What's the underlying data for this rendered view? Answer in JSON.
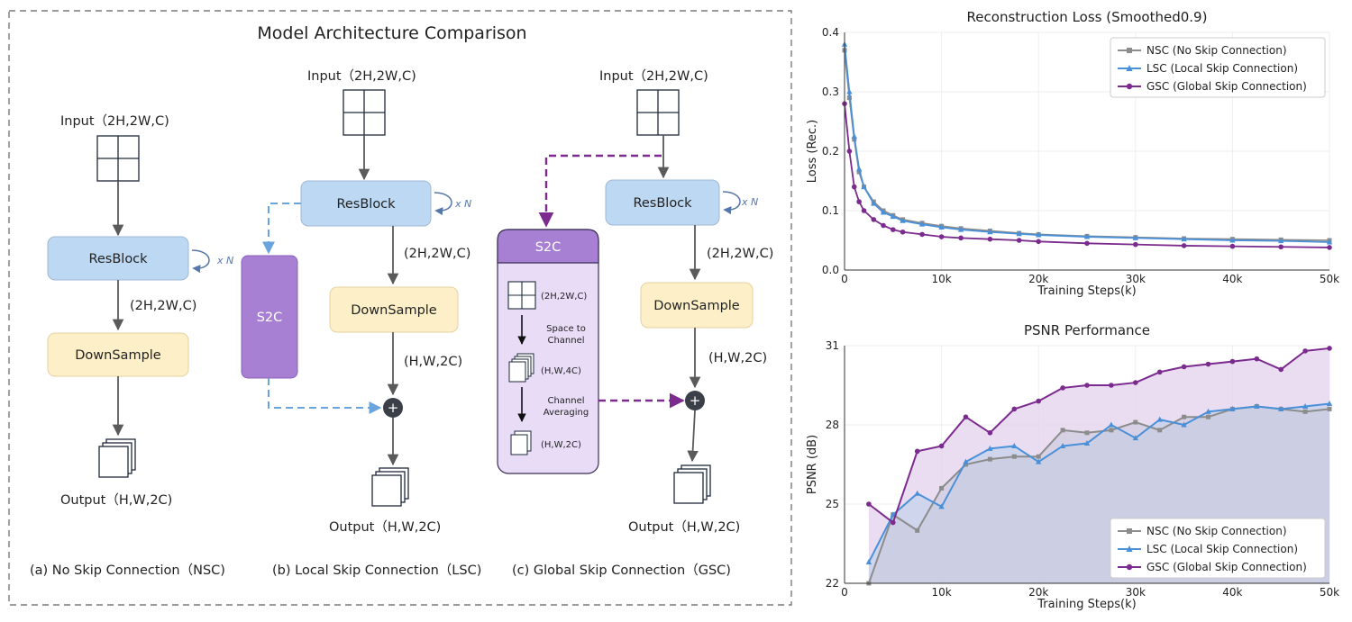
{
  "colors": {
    "resblock": "#bcd8f3",
    "downsample": "#fdf0c8",
    "s2c": "#a77fd3",
    "s2c_panel": "#e9dcf7",
    "nsc": "#8c8c8c",
    "lsc": "#4a90d9",
    "gsc": "#7b2a8e",
    "arrow": "#5a5a5a",
    "node": "#3a3f48"
  },
  "diagram": {
    "title": "Model Architecture Comparison",
    "resblock_label": "ResBlock",
    "downsample_label": "DownSample",
    "s2c_label": "S2C",
    "repeat_label": "x N",
    "input_label": "Input（2H,2W,C)",
    "mid_shape": "(2H,2W,C)",
    "down_shape": "(H,W,2C)",
    "output_label": "Output（H,W,2C)",
    "plus_symbol": "+",
    "captions": {
      "a": "(a)  No Skip Connection（NSC)",
      "b": "(b)  Local Skip Connection（LSC)",
      "c": "(c)  Global Skip Connection（GSC)"
    },
    "s2c_detail": {
      "shape1": "(2H,2W,C)",
      "step1_line1": "Space to",
      "step1_line2": "Channel",
      "shape2": "(H,W,4C)",
      "step2_line1": "Channel",
      "step2_line2": "Averaging",
      "shape3": "(H,W,2C)"
    }
  },
  "chart_data": [
    {
      "type": "line",
      "title": "Reconstruction Loss (Smoothed0.9)",
      "xlabel": "Training Steps(k)",
      "ylabel": "Loss (Rec.)",
      "xlim": [
        0,
        50
      ],
      "ylim": [
        0,
        0.4
      ],
      "xticks": [
        "0",
        "10k",
        "20k",
        "30k",
        "40k",
        "50k"
      ],
      "yticks": [
        "0.0",
        "0.1",
        "0.2",
        "0.3",
        "0.4"
      ],
      "grid": true,
      "legend": "top-right",
      "series": [
        {
          "name": "NSC (No Skip Connection)",
          "x": [
            0,
            0.5,
            1,
            1.5,
            2,
            3,
            4,
            5,
            6,
            8,
            10,
            12,
            15,
            18,
            20,
            25,
            30,
            35,
            40,
            45,
            50
          ],
          "values": [
            0.37,
            0.29,
            0.22,
            0.165,
            0.14,
            0.115,
            0.1,
            0.092,
            0.085,
            0.079,
            0.074,
            0.07,
            0.066,
            0.062,
            0.06,
            0.057,
            0.055,
            0.053,
            0.052,
            0.051,
            0.05
          ]
        },
        {
          "name": "LSC (Local Skip Connection)",
          "x": [
            0,
            0.5,
            1,
            1.5,
            2,
            3,
            4,
            5,
            6,
            8,
            10,
            12,
            15,
            18,
            20,
            25,
            30,
            35,
            40,
            45,
            50
          ],
          "values": [
            0.38,
            0.3,
            0.225,
            0.17,
            0.14,
            0.112,
            0.097,
            0.09,
            0.083,
            0.077,
            0.072,
            0.068,
            0.064,
            0.061,
            0.059,
            0.056,
            0.054,
            0.052,
            0.05,
            0.049,
            0.047
          ]
        },
        {
          "name": "GSC (Global Skip Connection)",
          "x": [
            0,
            0.5,
            1,
            1.5,
            2,
            3,
            4,
            5,
            6,
            8,
            10,
            12,
            15,
            18,
            20,
            25,
            30,
            35,
            40,
            45,
            50
          ],
          "values": [
            0.28,
            0.2,
            0.14,
            0.115,
            0.1,
            0.085,
            0.075,
            0.068,
            0.064,
            0.06,
            0.056,
            0.054,
            0.052,
            0.05,
            0.048,
            0.045,
            0.043,
            0.041,
            0.04,
            0.039,
            0.038
          ]
        }
      ]
    },
    {
      "type": "line",
      "title": "PSNR Performance",
      "xlabel": "Training Steps(k)",
      "ylabel": "PSNR (dB)",
      "xlim": [
        0,
        50
      ],
      "ylim": [
        22,
        31
      ],
      "xticks": [
        "0",
        "10k",
        "20k",
        "30k",
        "40k",
        "50k"
      ],
      "yticks": [
        "22",
        "25",
        "28",
        "31"
      ],
      "grid": true,
      "legend": "bottom-right",
      "series": [
        {
          "name": "NSC (No Skip Connection)",
          "x": [
            2.5,
            5,
            7.5,
            10,
            12.5,
            15,
            17.5,
            20,
            22.5,
            25,
            27.5,
            30,
            32.5,
            35,
            37.5,
            40,
            42.5,
            45,
            47.5,
            50
          ],
          "values": [
            22.0,
            24.6,
            24.0,
            25.6,
            26.5,
            26.7,
            26.8,
            26.8,
            27.8,
            27.7,
            27.8,
            28.1,
            27.8,
            28.3,
            28.3,
            28.6,
            28.7,
            28.6,
            28.5,
            28.6
          ]
        },
        {
          "name": "LSC (Local Skip Connection)",
          "x": [
            2.5,
            5,
            7.5,
            10,
            12.5,
            15,
            17.5,
            20,
            22.5,
            25,
            27.5,
            30,
            32.5,
            35,
            37.5,
            40,
            42.5,
            45,
            47.5,
            50
          ],
          "values": [
            22.8,
            24.6,
            25.4,
            24.9,
            26.6,
            27.1,
            27.2,
            26.6,
            27.2,
            27.3,
            28.0,
            27.5,
            28.2,
            28.0,
            28.5,
            28.6,
            28.7,
            28.6,
            28.7,
            28.8
          ]
        },
        {
          "name": "GSC (Global Skip Connection)",
          "x": [
            2.5,
            5,
            7.5,
            10,
            12.5,
            15,
            17.5,
            20,
            22.5,
            25,
            27.5,
            30,
            32.5,
            35,
            37.5,
            40,
            42.5,
            45,
            47.5,
            50
          ],
          "values": [
            25.0,
            24.3,
            27.0,
            27.2,
            28.3,
            27.7,
            28.6,
            28.9,
            29.4,
            29.5,
            29.5,
            29.6,
            30.0,
            30.2,
            30.3,
            30.4,
            30.5,
            30.1,
            30.8,
            30.9
          ]
        }
      ]
    }
  ]
}
